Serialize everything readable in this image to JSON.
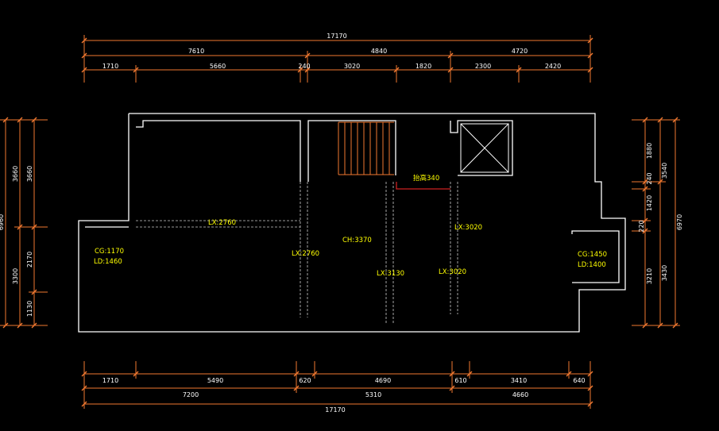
{
  "colors": {
    "background": "#000000",
    "wall": "#ffffff",
    "dimension_line": "#f07830",
    "dimension_text": "#ffffff",
    "label_text": "#ffff00",
    "stair": "#f07830",
    "beam_line": "#cc2222"
  },
  "dims": {
    "top_total": "17170",
    "top_mid_1": "7610",
    "top_mid_2": "4840",
    "top_mid_3": "4720",
    "top_seg_1": "1710",
    "top_seg_2": "5660",
    "top_seg_3": "240",
    "top_seg_4": "3020",
    "top_seg_5": "1820",
    "top_seg_6": "2300",
    "top_seg_7": "2420",
    "bot_seg_1": "1710",
    "bot_seg_2": "5490",
    "bot_seg_3": "620",
    "bot_seg_4": "4690",
    "bot_seg_5": "610",
    "bot_seg_6": "3410",
    "bot_seg_7": "640",
    "bot_mid_1": "7200",
    "bot_mid_2": "5310",
    "bot_mid_3": "4660",
    "bot_total": "17170",
    "left_total": "6960",
    "left_mid_1": "3660",
    "left_mid_2": "3300",
    "left_in_1": "3660",
    "left_in_2": "2170",
    "left_in_3": "1130",
    "right_seg_1": "1880",
    "right_seg_2": "240",
    "right_seg_3": "1420",
    "right_seg_4": "220",
    "right_seg_5": "3210",
    "right_mid_1": "3540",
    "right_mid_2": "3430",
    "right_total": "6970"
  },
  "labels": {
    "beam_1": "LX:2760",
    "beam_2": "LX:2760",
    "ceiling": "CH:3370",
    "beam_3": "LX:3130",
    "beam_4": "LX:3020",
    "beam_5": "LX:3020",
    "raise": "抬高340",
    "win_left_cg": "CG:1170",
    "win_left_ld": "LD:1460",
    "win_right_cg": "CG:1450",
    "win_right_ld": "LD:1400"
  }
}
